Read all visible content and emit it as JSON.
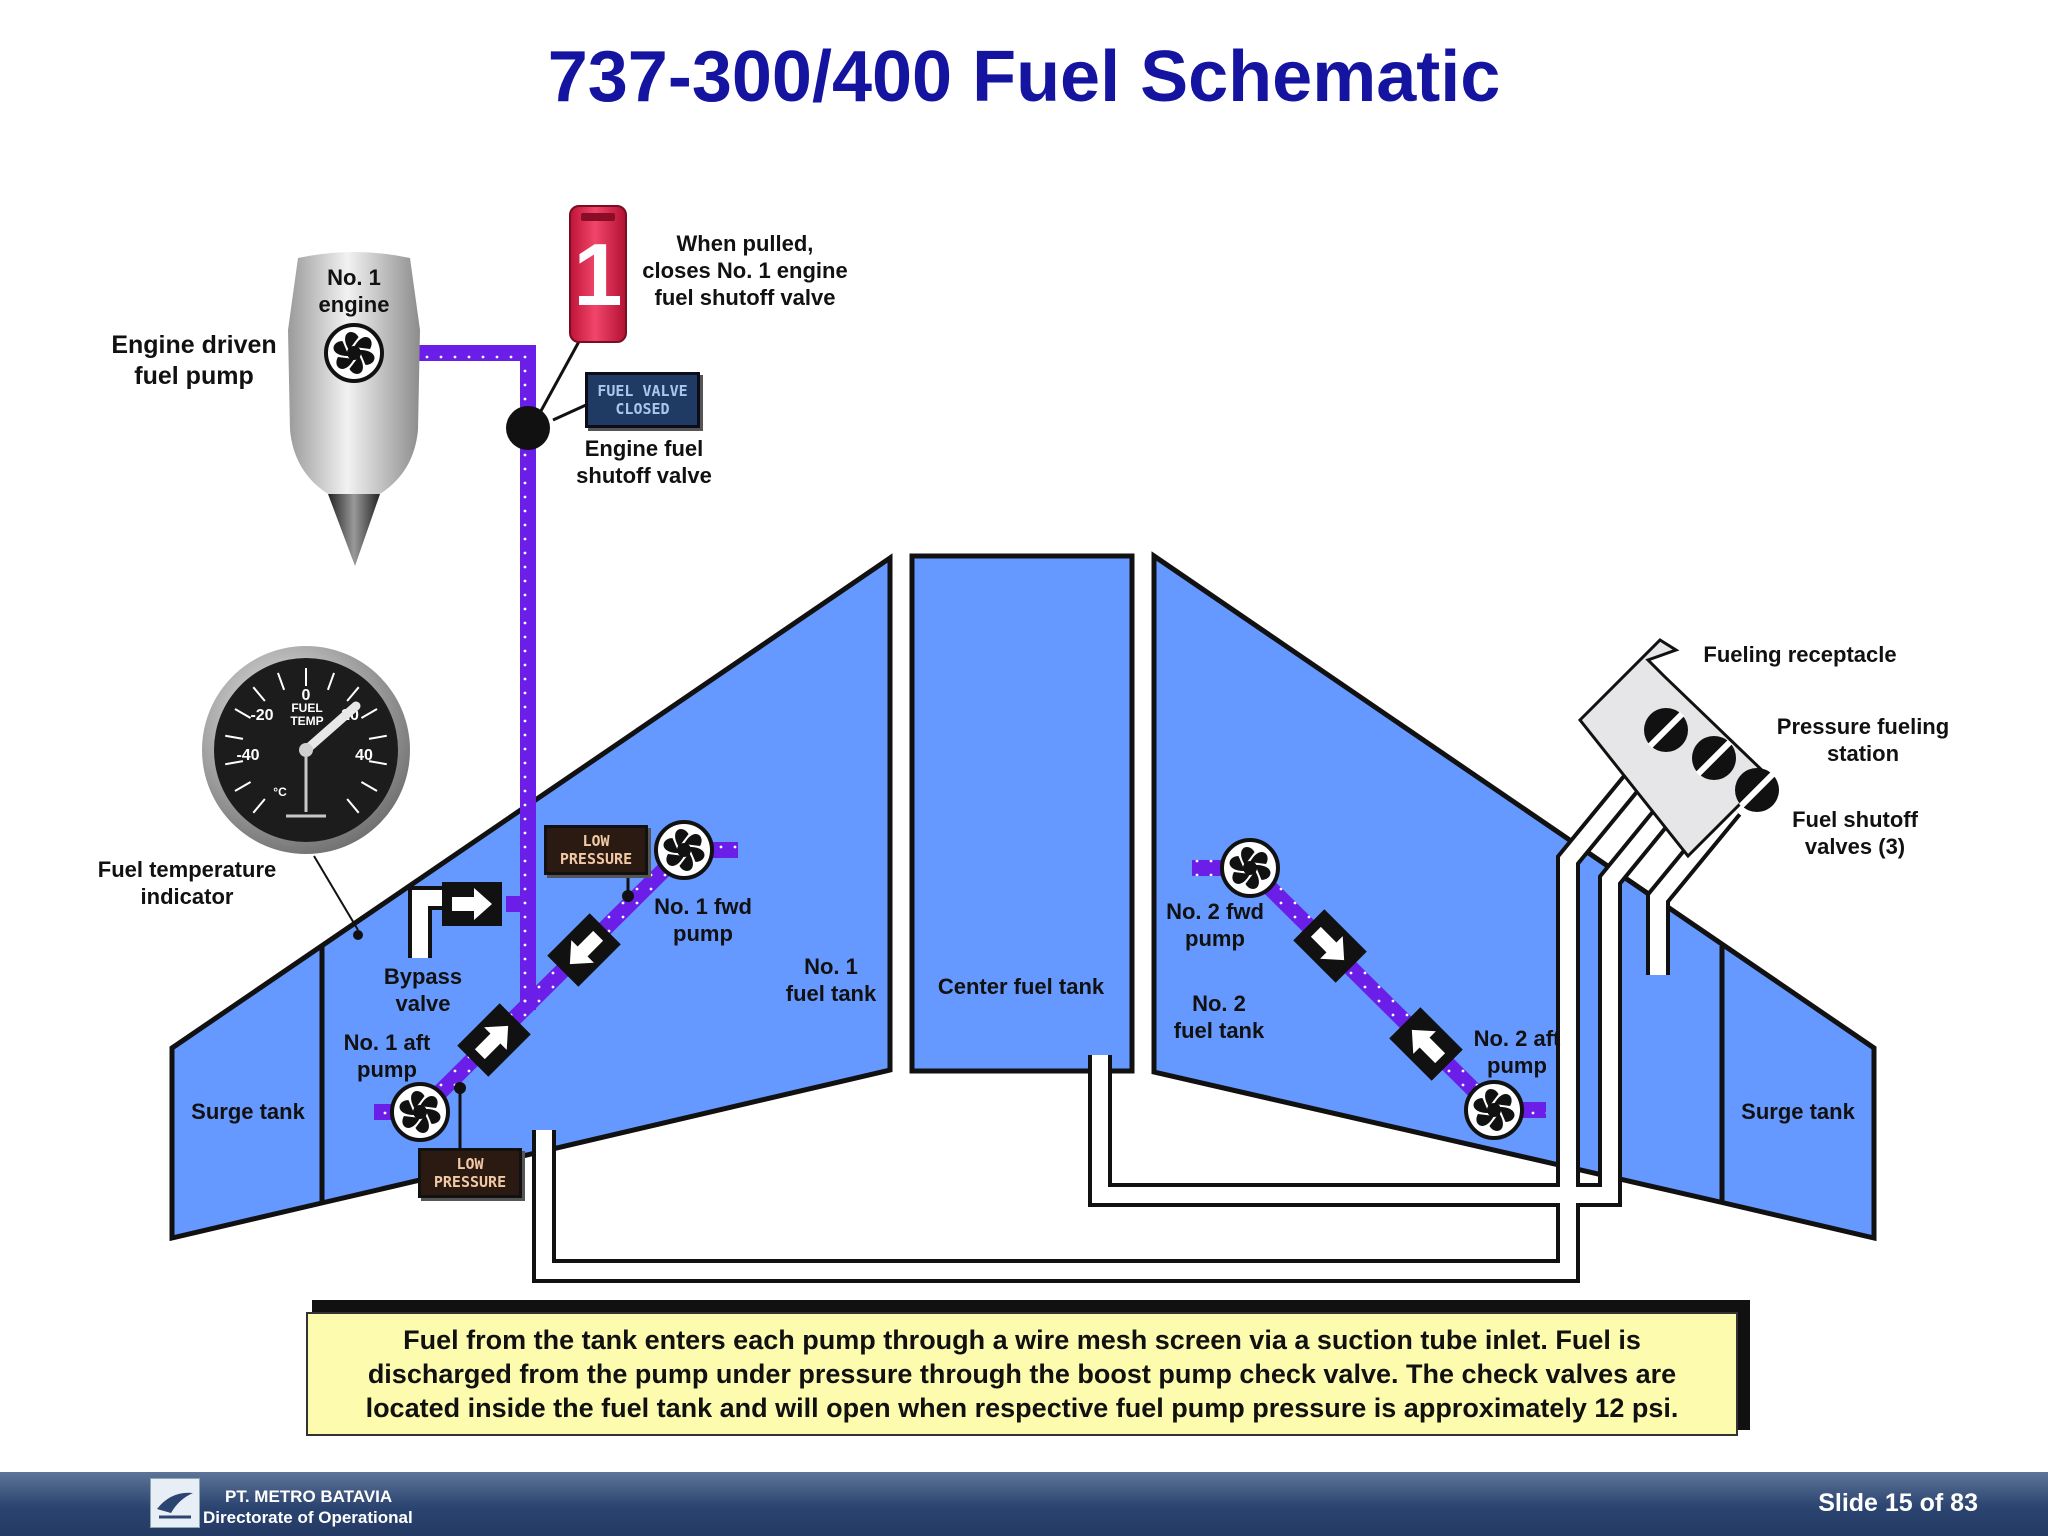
{
  "title": "737-300/400 Fuel Schematic",
  "labels": {
    "no1_engine": "No. 1\nengine",
    "engine_driven_pump": "Engine driven\nfuel pump",
    "when_pulled": "When pulled,\ncloses No. 1 engine\nfuel shutoff valve",
    "engine_fuel_shutoff": "Engine fuel\nshutoff valve",
    "fuel_temp_indicator": "Fuel temperature\nindicator",
    "bypass_valve": "Bypass\nvalve",
    "no1_aft_pump": "No. 1 aft\npump",
    "no1_fwd_pump": "No. 1 fwd\npump",
    "no1_fuel_tank": "No. 1\nfuel tank",
    "center_fuel_tank": "Center fuel tank",
    "no2_fwd_pump": "No. 2 fwd\npump",
    "no2_fuel_tank": "No. 2\nfuel tank",
    "no2_aft_pump": "No. 2 aft\npump",
    "surge_tank_left": "Surge tank",
    "surge_tank_right": "Surge tank",
    "fueling_receptacle": "Fueling receptacle",
    "pressure_fueling_station": "Pressure fueling\nstation",
    "fuel_shutoff_valves": "Fuel shutoff\nvalves (3)"
  },
  "indicators": {
    "low_pressure_fwd": "LOW\nPRESSURE",
    "low_pressure_aft": "LOW\nPRESSURE",
    "fuel_valve_closed": "FUEL VALVE\nCLOSED",
    "fire_handle": "1"
  },
  "gauge": {
    "name": "FUEL\nTEMP",
    "unit": "°C",
    "tick_labels": [
      "-40",
      "-20",
      "0",
      "20",
      "40"
    ]
  },
  "note": "Fuel from the tank enters each pump through a wire mesh screen via a suction tube inlet.  Fuel is\ndischarged from the pump under pressure through the boost pump check valve.  The check valves are\nlocated inside the fuel tank and will open when respective fuel pump pressure is approximately 12 psi.",
  "footer": {
    "company_line1": "PT. METRO BATAVIA",
    "company_line2": "Directorate of Operational",
    "slide_label": "Slide  15 of 83"
  },
  "colors": {
    "tank_blue": "#6699ff",
    "fuel_line_purple": "#6a1ee8",
    "title_blue": "#1414a0",
    "note_yellow": "#fdfbae",
    "footer_navy": "#2b4470"
  }
}
